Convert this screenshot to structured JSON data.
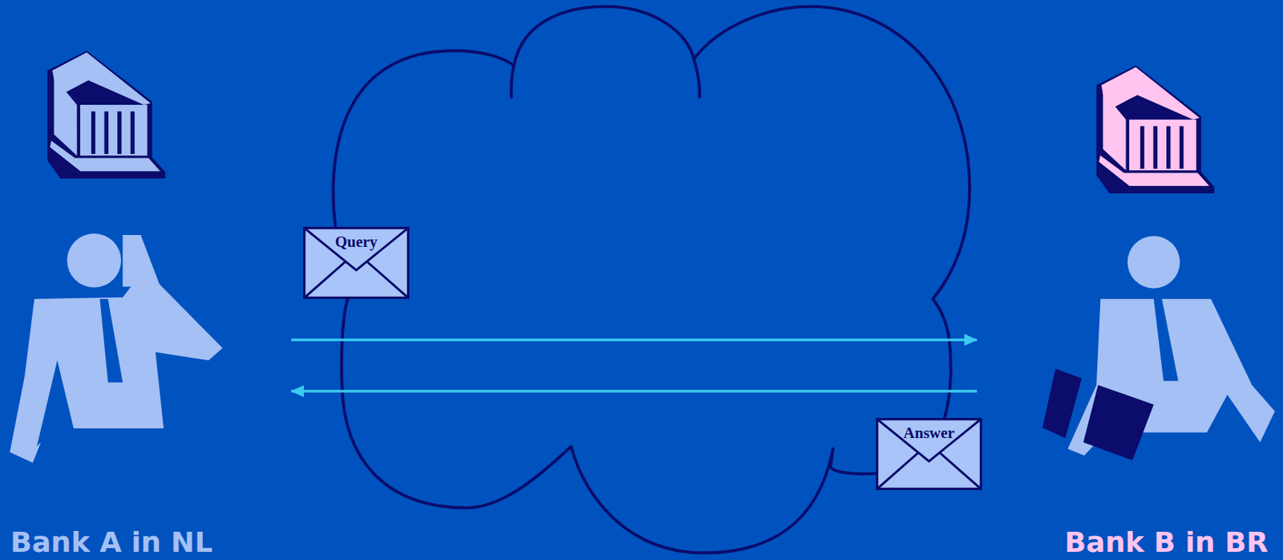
{
  "diagram": {
    "nodes": [
      {
        "text": [
          "Bank A in NL"
        ]
      },
      {
        "text": [
          "Query"
        ]
      },
      {
        "text": [
          "Answer"
        ]
      },
      {
        "text": [
          "Bank B in BR"
        ]
      }
    ],
    "edges": [
      {
        "from": 0,
        "to": 3,
        "arrow": "to"
      },
      {
        "from": 3,
        "to": 0,
        "arrow": "to"
      }
    ]
  }
}
